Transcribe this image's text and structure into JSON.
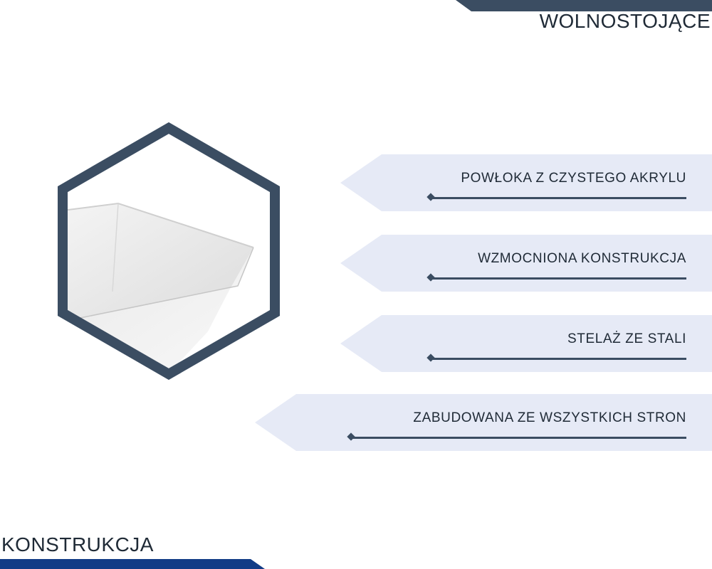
{
  "header": {
    "title": "WOLNOSTOJĄCE"
  },
  "footer": {
    "title": "KONSTRUKCJA"
  },
  "product": {
    "image_icon": "bathtub-icon"
  },
  "features": [
    {
      "label": "POWŁOKA Z CZYSTEGO AKRYLU"
    },
    {
      "label": "WZMOCNIONA KONSTRUKCJA"
    },
    {
      "label": "STELAŻ ZE STALI"
    },
    {
      "label": "ZABUDOWANA ZE WSZYSTKICH STRON"
    }
  ],
  "colors": {
    "frame": "#3b4d62",
    "accent_bottom": "#123c86",
    "feature_bg": "#e6eaf6",
    "text": "#1f2a36"
  }
}
